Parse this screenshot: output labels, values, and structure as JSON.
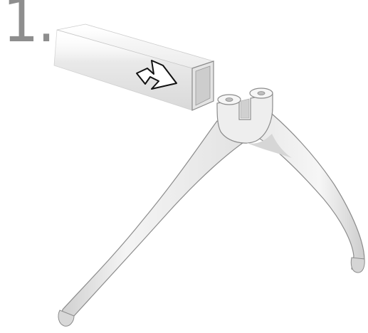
{
  "step": {
    "number": "1."
  },
  "illustration": {
    "parts": [
      "rectangular-tube",
      "insertion-arrow",
      "y-shaped-stand"
    ],
    "colors": {
      "part_fill": "#f2f2f2",
      "part_shade": "#d2d2d2",
      "part_outline": "#8a8a8a",
      "step_number": "#8e8e8e",
      "arrow_fill": "#ffffff",
      "arrow_outline": "#111111"
    }
  }
}
